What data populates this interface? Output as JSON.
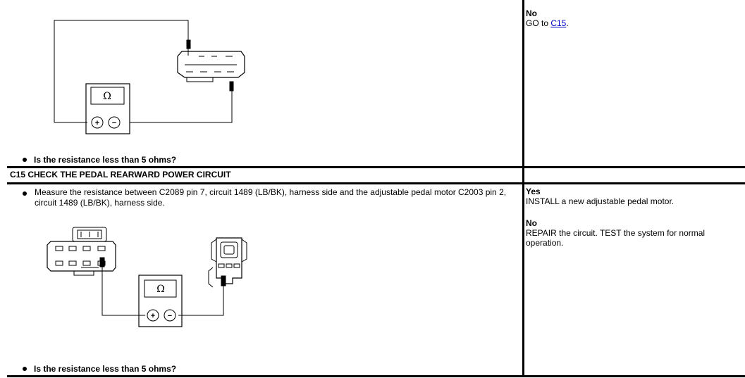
{
  "step_c14": {
    "question": "Is the resistance less than 5 ohms?",
    "no_label": "No",
    "no_action_prefix": "GO to ",
    "no_action_link": "C15",
    "no_action_suffix": "."
  },
  "step_c15": {
    "title": "C15 CHECK THE PEDAL REARWARD POWER CIRCUIT",
    "instruction": "Measure the resistance between C2089 pin 7, circuit 1489 (LB/BK), harness side and the adjustable pedal motor C2003 pin 2, circuit 1489 (LB/BK), harness side.",
    "question": "Is the resistance less than 5 ohms?",
    "yes_label": "Yes",
    "yes_action": "INSTALL a new adjustable pedal motor.",
    "no_label": "No",
    "no_action": "REPAIR the circuit. TEST the system for normal operation."
  },
  "meter": {
    "omega_symbol": "Ω",
    "plus_symbol": "+",
    "minus_symbol": "−"
  }
}
